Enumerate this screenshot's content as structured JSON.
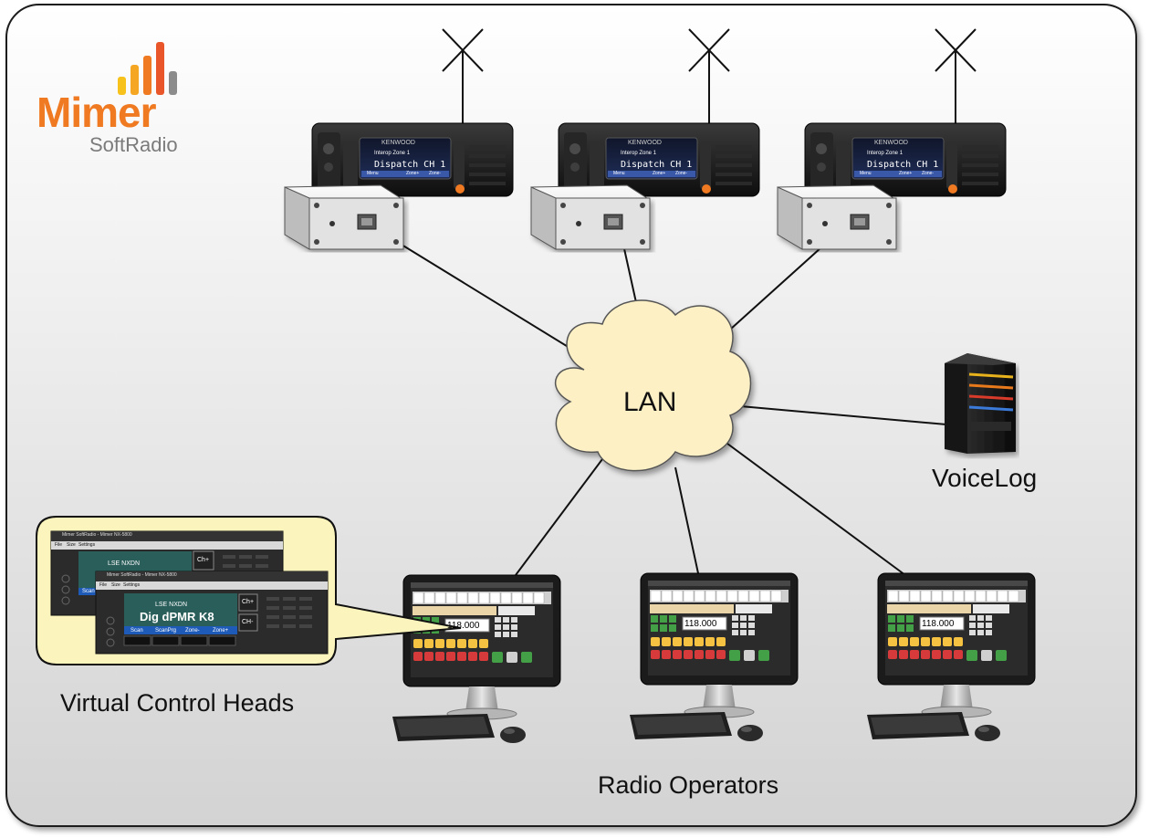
{
  "logo": {
    "brand": "Mimer",
    "product": "SoftRadio",
    "bar_colors": [
      "#f7c21c",
      "#f5a623",
      "#f07a22",
      "#e8562a",
      "#8c8c8c"
    ]
  },
  "network": {
    "hub_label": "LAN",
    "server_label": "VoiceLog",
    "radios": [
      {
        "brand": "KENWOOD",
        "status_line": "Interop Zone 1",
        "channel": "Dispatch CH 1",
        "soft_keys": [
          "Menu",
          "Zone+",
          "Zone-"
        ]
      },
      {
        "brand": "KENWOOD",
        "status_line": "Interop Zone 1",
        "channel": "Dispatch CH 1",
        "soft_keys": [
          "Menu",
          "Zone+",
          "Zone-"
        ]
      },
      {
        "brand": "KENWOOD",
        "status_line": "Interop Zone 1",
        "channel": "Dispatch CH 1",
        "soft_keys": [
          "Menu",
          "Zone+",
          "Zone-"
        ]
      }
    ],
    "operators_label": "Radio Operators",
    "operator_screens": [
      {
        "frequency": "118.000"
      },
      {
        "frequency": "118.000"
      },
      {
        "frequency": "118.000"
      }
    ]
  },
  "control_heads": {
    "caption": "Virtual Control Heads",
    "windows": [
      {
        "title": "Mimer SoftRadio - Mimer NX-5800",
        "menu": [
          "File",
          "Size",
          "Settings"
        ],
        "zone": "LSE NXDN",
        "channel": "",
        "side_buttons": [
          "Ch+"
        ],
        "soft_keys": [
          "Scan"
        ]
      },
      {
        "title": "Mimer SoftRadio - Mimer NX-5800",
        "menu": [
          "File",
          "Size",
          "Settings"
        ],
        "zone": "LSE NXDN",
        "channel": "Dig dPMR K8",
        "side_buttons": [
          "Ch+",
          "CH-"
        ],
        "soft_keys": [
          "Scan",
          "ScanPrg",
          "Zone-",
          "Zone+"
        ]
      }
    ]
  },
  "colors": {
    "frame_border": "#1a1a1a",
    "callout_fill": "#fbf5bd",
    "cloud_fill": "#fdf0c4",
    "accent_orange": "#f07a22"
  }
}
